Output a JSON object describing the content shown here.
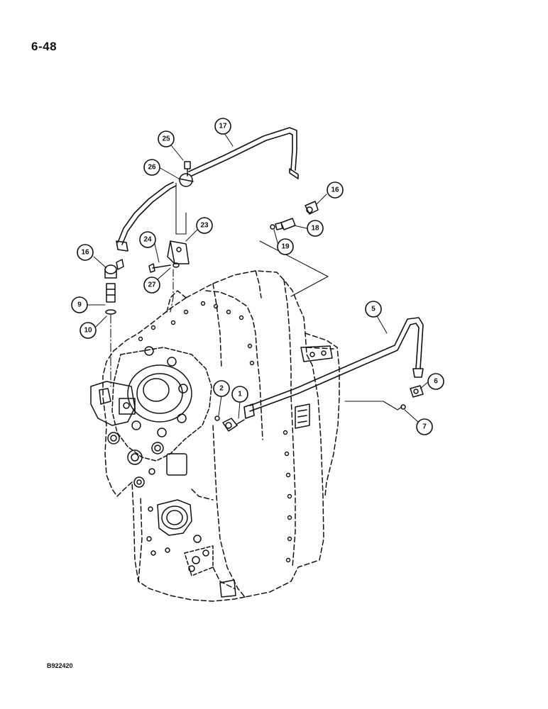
{
  "page": {
    "number": "6-48",
    "figure_code": "B922420"
  },
  "callouts": [
    {
      "id": "c1",
      "label": "1"
    },
    {
      "id": "c2",
      "label": "2"
    },
    {
      "id": "c5",
      "label": "5"
    },
    {
      "id": "c6",
      "label": "6"
    },
    {
      "id": "c7",
      "label": "7"
    },
    {
      "id": "c9",
      "label": "9"
    },
    {
      "id": "c10",
      "label": "10"
    },
    {
      "id": "c16a",
      "label": "16"
    },
    {
      "id": "c16b",
      "label": "16"
    },
    {
      "id": "c17",
      "label": "17"
    },
    {
      "id": "c18",
      "label": "18"
    },
    {
      "id": "c19",
      "label": "19"
    },
    {
      "id": "c23",
      "label": "23"
    },
    {
      "id": "c24",
      "label": "24"
    },
    {
      "id": "c25",
      "label": "25"
    },
    {
      "id": "c26",
      "label": "26"
    },
    {
      "id": "c27",
      "label": "27"
    }
  ]
}
